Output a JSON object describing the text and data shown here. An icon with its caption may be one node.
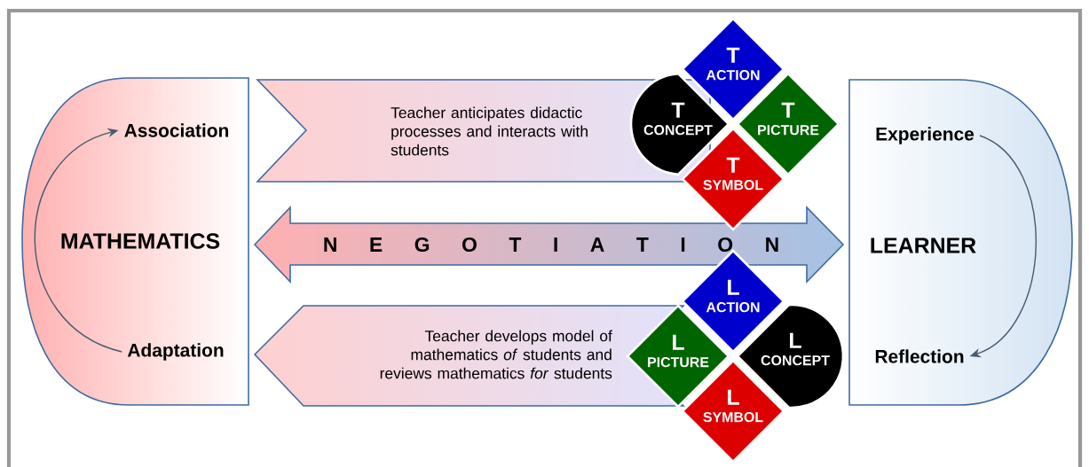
{
  "diagram": {
    "nodes": [
      {
        "text": [
          "MATHEMATICS"
        ]
      },
      {
        "text": [
          "Association"
        ],
        "in": 0
      },
      {
        "text": [
          "Adaptation"
        ],
        "in": 0
      },
      {
        "text": [
          "Teacher anticipates didactic processes and interacts with students"
        ]
      },
      {
        "text": [
          "T",
          "ACTION"
        ]
      },
      {
        "text": [
          "T",
          "CONCEPT"
        ]
      },
      {
        "text": [
          "T",
          "PICTURE"
        ]
      },
      {
        "text": [
          "T",
          "SYMBOL"
        ]
      },
      {
        "text": [
          "N E G O T I A T I O N"
        ]
      },
      {
        "text": [
          "Teacher develops model of mathematics *of* students and reviews mathematics *for* students"
        ]
      },
      {
        "text": [
          "L",
          "ACTION"
        ]
      },
      {
        "text": [
          "L",
          "PICTURE"
        ]
      },
      {
        "text": [
          "L",
          "CONCEPT"
        ]
      },
      {
        "text": [
          "L",
          "SYMBOL"
        ]
      },
      {
        "text": [
          "LEARNER"
        ]
      },
      {
        "text": [
          "Experience"
        ],
        "in": 14
      },
      {
        "text": [
          "Reflection"
        ],
        "in": 14
      }
    ],
    "edges": [
      {
        "from": 2,
        "to": 1,
        "arrow": "to"
      },
      {
        "from": 15,
        "to": 16,
        "arrow": "to"
      }
    ]
  }
}
